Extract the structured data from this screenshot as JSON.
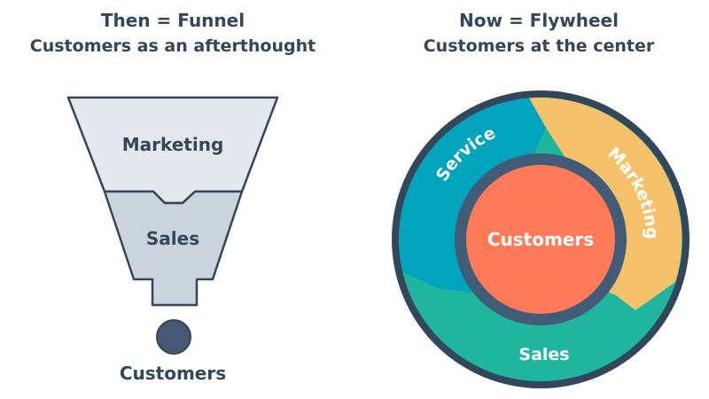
{
  "left": {
    "title": "Then = Funnel",
    "subtitle": "Customers as an afterthought",
    "funnel": {
      "top_label": "Marketing",
      "bottom_label": "Sales",
      "output_label": "Customers"
    }
  },
  "right": {
    "title": "Now = Flywheel",
    "subtitle": "Customers at the center",
    "flywheel": {
      "center_label": "Customers",
      "segments": [
        {
          "label": "Service"
        },
        {
          "label": "Marketing"
        },
        {
          "label": "Sales"
        }
      ]
    }
  },
  "colors": {
    "text": "#33475b",
    "funnel_top": "#e5e8ed",
    "funnel_bottom": "#cbd3dc",
    "customer_dot": "#465873",
    "service": "#00a4bd",
    "marketing": "#f5c26b",
    "sales": "#1fb59f",
    "hub_ring": "#425b76",
    "center": "#ff7a59"
  }
}
